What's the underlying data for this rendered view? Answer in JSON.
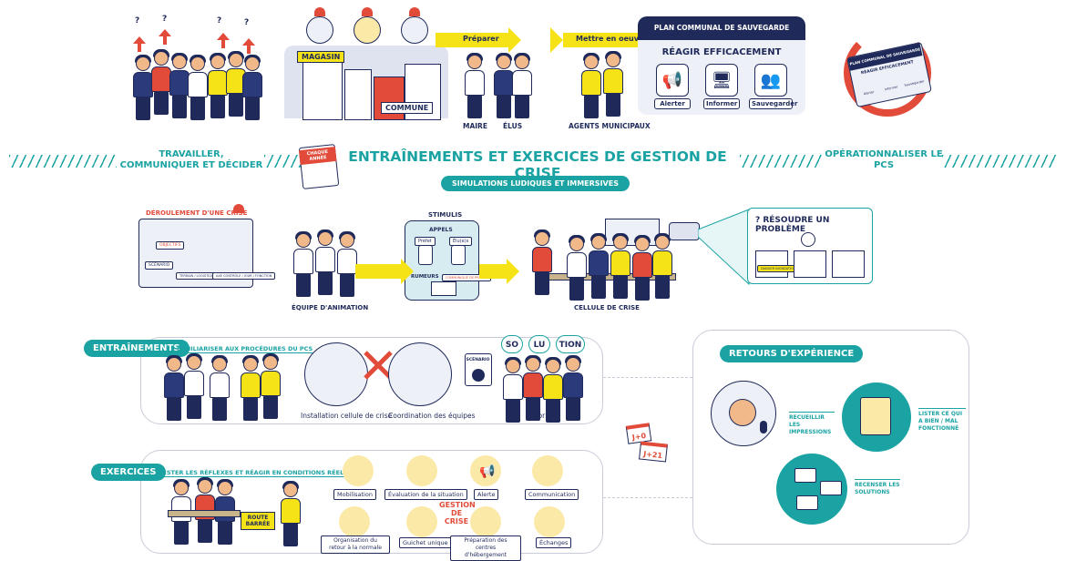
{
  "top": {
    "preparer": "Préparer",
    "mettre_en_oeuvre": "Mettre en oeuvre",
    "magasin": "MAGASIN",
    "commune": "COMMUNE",
    "maire": "MAIRE",
    "elus": "ÉLUS",
    "agents": "AGENTS MUNICIPAUX",
    "pcs": {
      "header": "PLAN COMMUNAL DE SAUVEGARDE",
      "title": "RÉAGIR EFFICACEMENT",
      "actions": [
        "Alerter",
        "Informer",
        "Sauvegarder"
      ]
    },
    "book": {
      "header": "PLAN COMMUNAL DE SAUVEGARDE",
      "title": "RÉAGIR EFFICACEMENT",
      "labels": [
        "Alerter",
        "Informer",
        "Sauvegarder"
      ]
    },
    "question_marks": [
      "?",
      "?",
      "?",
      "?"
    ]
  },
  "band": {
    "left": "TRAVAILLER, COMMUNIQUER ET DÉCIDER",
    "title": "ENTRAÎNEMENTS ET EXERCICES DE GESTION DE CRISE",
    "right": "OPÉRATIONNALISER LE PCS",
    "calendar": "CHAQUE ANNÉE",
    "subtitle": "SIMULATIONS LUDIQUES ET IMMERSIVES"
  },
  "sim": {
    "deroulement": "DÉROULEMENT D'UNE CRISE",
    "board_tags": [
      "OBJECTIFS",
      "SCÉNARIO",
      "TERRAIN / LOGISTIQUE INFOS",
      "AXE CONTRÔLE / JOUR / FONCTION"
    ],
    "equipe": "ÉQUIPE D'ANIMATION",
    "stimulis": "STIMULIS",
    "appels": "APPELS",
    "prefet": "Préfet",
    "elus_tag": "Élu(e)s",
    "rumeurs": "RUMEURS",
    "screen_tag": "COMMUNIQUÉ DE PRESSE",
    "cellule": "CELLULE DE CRISE",
    "resoudre": "? RÉSOUDRE UN PROBLÈME",
    "danger_tag": "DANGER INONDATION"
  },
  "entrainements": {
    "pill": "ENTRAÎNEMENTS",
    "sub": "FAMILIARISER AUX PROCÉDURES DU PCS",
    "captions": [
      "Installation cellule de crise",
      "Coordination des équipes",
      "Débrief"
    ],
    "scenario": "SCÉNARIO",
    "bubbles": [
      "SO",
      "LU",
      "TION"
    ]
  },
  "exercices": {
    "pill": "EXERCICES",
    "sub": "TESTER LES RÉFLEXES ET RÉAGIR EN CONDITIONS RÉELLES",
    "route": "ROUTE BARRÉE",
    "gestion": "GESTION DE CRISE",
    "items": [
      "Mobilisation",
      "Évaluation de la situation",
      "Alerte",
      "Communication",
      "Organisation du retour à la normale",
      "Guichet unique",
      "Préparation des centres d'hébergement",
      "Échanges"
    ]
  },
  "retours": {
    "pill": "RETOURS D'EXPÉRIENCE",
    "recueillir": "RECUEILLIR LES IMPRESSIONS",
    "lister": "LISTER CE QUI A BIEN / MAL FONCTIONNÉ",
    "recenser": "RECENSER LES SOLUTIONS",
    "j0": "J+0",
    "j21": "J+21"
  },
  "colors": {
    "navy": "#1f2a5a",
    "teal": "#1ba3a3",
    "yellow": "#f5e318",
    "red": "#e24b3a"
  }
}
